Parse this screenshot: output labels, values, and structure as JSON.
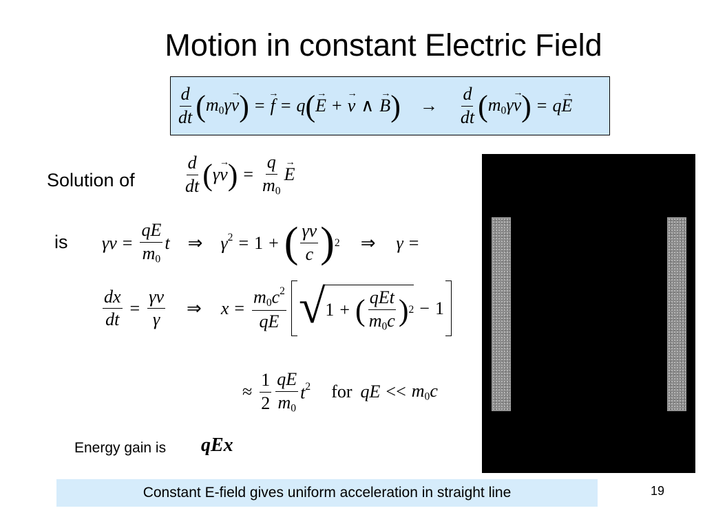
{
  "slide": {
    "title": "Motion in constant Electric Field",
    "solution_label": "Solution of",
    "is_label": "is",
    "energy_label": "Energy gain is",
    "energy_expr": "qEx",
    "for_word": "for",
    "footer_text": "Constant E-field gives uniform acceleration in straight line",
    "page_number": "19"
  },
  "colors": {
    "equation_box": "#cfe8fa",
    "footer_box": "#d6ecfb",
    "image_background": "#000000"
  },
  "image": {
    "content": "two vertical grey electrode plates on black background"
  }
}
